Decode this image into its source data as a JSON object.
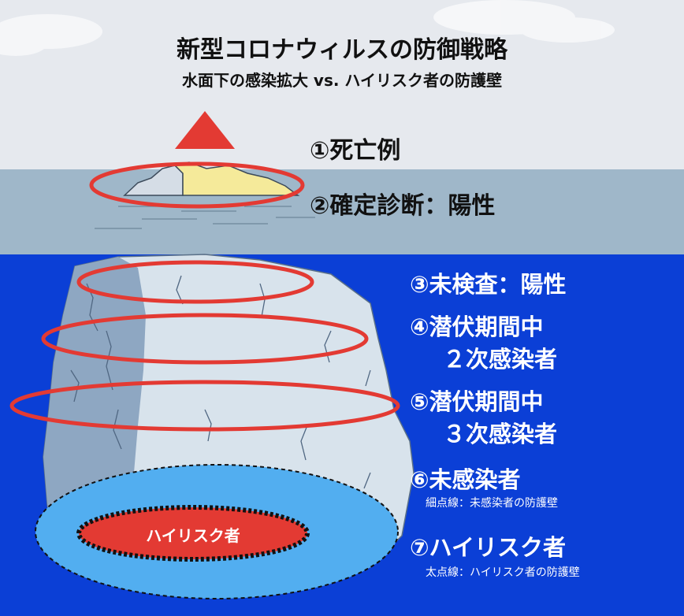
{
  "title": "新型コロナウィルスの防御戦略",
  "subtitle": "水面下の感染拡大 vs. ハイリスク者の防護壁",
  "levels": [
    {
      "label": "①死亡例"
    },
    {
      "label": "②確定診断：陽性"
    },
    {
      "label": "③未検査：陽性"
    },
    {
      "label": "④潜伏期間中",
      "label2": "２次感染者"
    },
    {
      "label": "⑤潜伏期間中",
      "label2": "３次感染者"
    },
    {
      "label": "⑥未感染者",
      "note": "細点線：未感染者の防護壁"
    },
    {
      "label": "⑦ハイリスク者",
      "note": "太点線：ハイリスク者の防護壁"
    }
  ],
  "inner_label": "ハイリスク者",
  "colors": {
    "sky": "#e6e9ee",
    "sea_surface": "#9fb7c9",
    "deep_sea": "#0b3fd6",
    "iceberg_light": "#d8e3ec",
    "iceberg_shadow": "#8ea7c2",
    "tip_yellow": "#f5ea9a",
    "ring_red": "#e33a33",
    "uninfected_blue": "#52aef0",
    "high_risk_red": "#e33a33"
  }
}
